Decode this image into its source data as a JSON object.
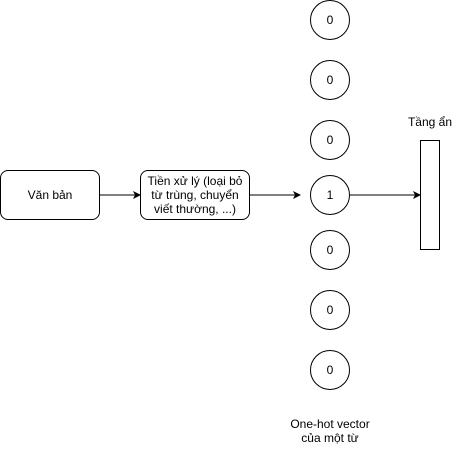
{
  "input_box": {
    "label": "Văn bản"
  },
  "preprocess_box": {
    "lines": [
      "Tiền xử lý (loại bỏ",
      "từ trùng, chuyển",
      "viết thường, ...)"
    ]
  },
  "onehot_nodes": [
    "0",
    "0",
    "0",
    "1",
    "0",
    "0",
    "0"
  ],
  "onehot_caption": {
    "lines": [
      "One-hot vector",
      "của một từ"
    ]
  },
  "hidden_layer": {
    "label": "Tầng ẩn"
  }
}
